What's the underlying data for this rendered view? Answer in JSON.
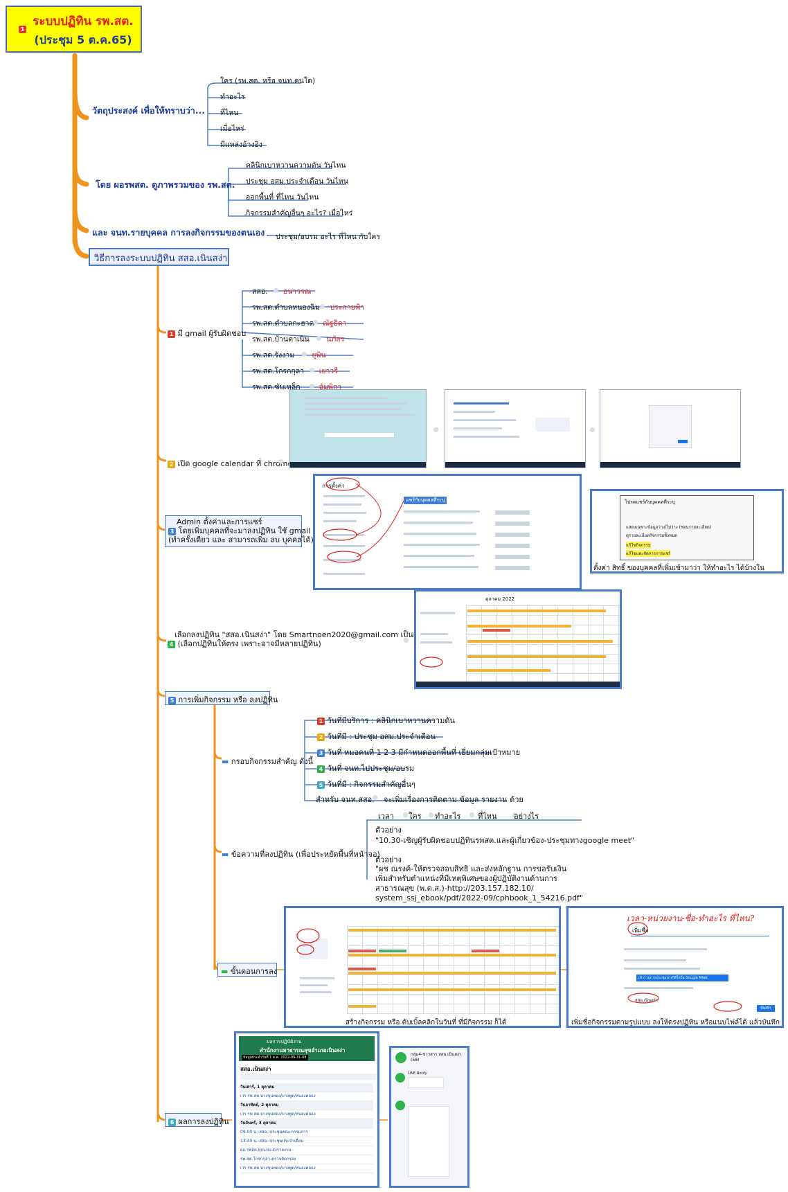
{
  "root": {
    "badge": "1",
    "line1": "ระบบปฏิทิน รพ.สต.",
    "line2": "(ประชุม 5 ต.ค.65)"
  },
  "b1": {
    "label": "วัตถุประสงค์ เพื่อให้ทราบว่า...",
    "items": [
      "ใคร (รพ.สต. หรือ จนท.คนใด)",
      "ทำอะไร",
      "ที่ไหน",
      "เมื่อไหร่",
      "มีแหล่งอ้างอิง"
    ]
  },
  "b2": {
    "label": "โดย ผอรพสต. ดูภาพรวมของ รพ.สต.",
    "items": [
      "คลินิกเบาหวานความดัน วันไหน",
      "ประชุม อสม.ประจำเดือน วันไหน",
      "ออกพื้นที่ ที่ไหน วันไหน",
      "กิจกรรมสำคัญอื่นๆ อะไร? เมื่อไหร่"
    ]
  },
  "b3": {
    "label": "และ จนท.รายบุคคล การลงกิจกรรมของตนเอง",
    "item": "ประชุม/อบรม อะไร ที่ไหน กับใคร"
  },
  "b4": {
    "label": "วิธีการลงระบบปฏิทิน สสอ.เนินสง่า"
  },
  "s1": {
    "badge": "1",
    "label": "มี gmail ผู้รับผิดชอบ",
    "rows": [
      {
        "unit": "สสอ.",
        "person": "อนาวรณ"
      },
      {
        "unit": "รพ.สต.ตำบลหนองฉิม",
        "person": "ประกายฟ้า"
      },
      {
        "unit": "รพ.สต.ตำบลกะฮาด",
        "person": "ณัฐธิดา"
      },
      {
        "unit": "รพ.สต.บ้านตาเนิน",
        "person": "นภัสร"
      },
      {
        "unit": "รพ.สต.รังงาม",
        "person": "ยุพิน"
      },
      {
        "unit": "รพ.สต.โกรกกุลา",
        "person": "เยาวรี"
      },
      {
        "unit": "รพ.สต.ซับเหล็ก",
        "person": "อัมพิกา"
      }
    ]
  },
  "s2": {
    "badge": "2",
    "label": "เปิด google calendar ที่ chrome"
  },
  "s3": {
    "badge": "3",
    "line1": "Admin ตั้งค่าและการแชร์",
    "line2": "โดยเพิ่มบุคคลที่จะมาลงปฏิทิน ใช้ gmail",
    "line3": "(ทำครั้งเดียว และ สามารถเพิ่ม ลบ บุคคลได้)",
    "shot_title": "การตั้งค่า",
    "shot_header": "แชร์กับบุคคลที่ระบุ",
    "perm_caption": "ตั้งค่า สิทธิ์ ของบุคคลที่เพิ่มเข้ามาว่า ให้ทำอะไร ได้บ้างในปฏิทินนั้น",
    "perm_title": "โปรดแชร์กับบุคคลที่ระบุ",
    "perm_options": [
      "แสดงเฉพาะข้อมูลว่าง/ไม่ว่าง (ซ่อนรายละเอียด)",
      "ดูรายละเอียดกิจกรรมทั้งหมด",
      "แก้ไขกิจกรรม",
      "แก้ไขและจัดการการแชร์"
    ]
  },
  "s4": {
    "badge": "4",
    "line1": "เลือกลงปฏิทิน \"สสอ.เนินสง่า\" โดย  Smartnoen2020@gmail.com เป็นเจ้าของ",
    "line2": "(เลือกปฏิทินให้ตรง เพราะอาจมีหลายปฏิทิน)",
    "month": "ตุลาคม 2022"
  },
  "s5": {
    "badge": "5",
    "label": "การเพิ่มกิจกรรม หรือ ลงปฏิทิน",
    "frame": {
      "label": "กรอบกิจกรรมสำคัญ ดังนี้",
      "items": [
        {
          "badge": "1",
          "color": "red",
          "text": "วันที่มีบริการ : คลินิกเบาหวานความดัน"
        },
        {
          "badge": "2",
          "color": "orange",
          "text": "วันที่มี : ประชุม อสม.ประจำเดือน"
        },
        {
          "badge": "3",
          "color": "blue",
          "text": "วันที่ หมอคนที่ 1 2 3 มีกำหนดออกพื้นที่ เยี่ยมกลุ่มเป้าหมาย"
        },
        {
          "badge": "4",
          "color": "green",
          "text": "วันที่ จนท.ไปประชุม/อบรม"
        },
        {
          "badge": "5",
          "color": "teal",
          "text": "วันที่มี : กิจกรรมสำคัญอื่นๆ"
        }
      ],
      "note_label": "สำหรับ จนท.สสอ.",
      "note_text": "จะเพิ่มเรื่องการติดตาม ข้อมูล รายงาน ด้วย"
    },
    "msg": {
      "label": "ข้อความที่ลงปฏิทิน (เพื่อประหยัดพื้นที่หน้าจอ)",
      "cols": [
        "เวลา",
        "ใคร",
        "ทำอะไร",
        "ที่ไหน",
        "อย่างไร"
      ],
      "ex1_label": "ตัวอย่าง",
      "ex1": "\"10.30-เชิญผู้รับผิดชอบปฏิทินรพสต.และผู้เกี่ยวข้อง-ประชุมทางgoogle meet\"",
      "ex2_label": "ตัวอย่าง",
      "ex2_lines": [
        "\"ผช ณรงค์-ให้ตรวจสอบสิทธิ และส่งหลักฐาน การขอรับเงิน",
        "เพิ่มสำหรับตำแหน่งที่มีเหตุพิเศษของผู้ปฏิบัติงานด้านการ",
        "สาธารณสุข (พ.ต.ส.)-http://203.157.182.10/",
        "system_ssj_ebook/pdf/2022-09/cphbook_1_54216.pdf\""
      ]
    },
    "steps": {
      "label": "ขั้นตอนการลง",
      "caption_left": "สร้างกิจกรรม หรือ ดับเบิ้ลคลิกในวันที่ ที่มีกิจกรรม ก็ได้",
      "caption_right": "เพิ่มชื่อกิจกรรมตามรูปแบบ ลงให้ตรงปฏิทิน หรือแนบไฟล์ได้ แล้วบันทึก",
      "hand_note": "เวลา-หน่วยงาน-ชื่อ-ทำอะไร ที่ไหน?",
      "add_title": "เพิ่มชื่อ",
      "meet_btn": "เข้าร่วมการประชุมทางวิดีโอใน Google Meet",
      "save_btn": "บันทึก",
      "cal_name": "สสอ.เนินสง่า"
    }
  },
  "s6": {
    "badge": "6",
    "label": "ผลการลงปฏิทิน",
    "web_title1": "ผลการปฏิบัติงาน",
    "web_title2": "สำนักงานสาธารณสุขอำเภอเนินสง่า",
    "web_date": "ข้อมูลประจำวันที่ 1 ต.ค. 2022-09-31-08",
    "cal_name": "สสอ.เนินสง่า",
    "range": "วันเสาร์, 1 ตุลาคม",
    "list": [
      "วันเสาร์, 1 ตุลาคม",
      "เวร รพ.สต.บางขุนทอง/บางพูด/หนองคลอง",
      "วันอาทิตย์, 2 ตุลาคม",
      "เวร รพ.สต.บางขุนทอง/บางพูด/หนองคลอง",
      "วันจันทร์, 3 ตุลาคม",
      "09.00 น.-สสอ.-ประชุมคณะกรรมการ",
      "13.30 น.-สสอ.-ประชุมประจำเดือน",
      "ผอ.รพสต.ทุกแห่ง-ส่งรายงาน",
      "รพ.สต.โกรกกุลา-ตรวจคัดกรอง",
      "เวร รพ.สต.บางขุนทอง/บางพูด/หนองคลอง"
    ],
    "line_group": "กลุ่ม4-ข่าวสาร สสอ.เนินสง่า (58)",
    "line_notify": "LINE Notify"
  }
}
